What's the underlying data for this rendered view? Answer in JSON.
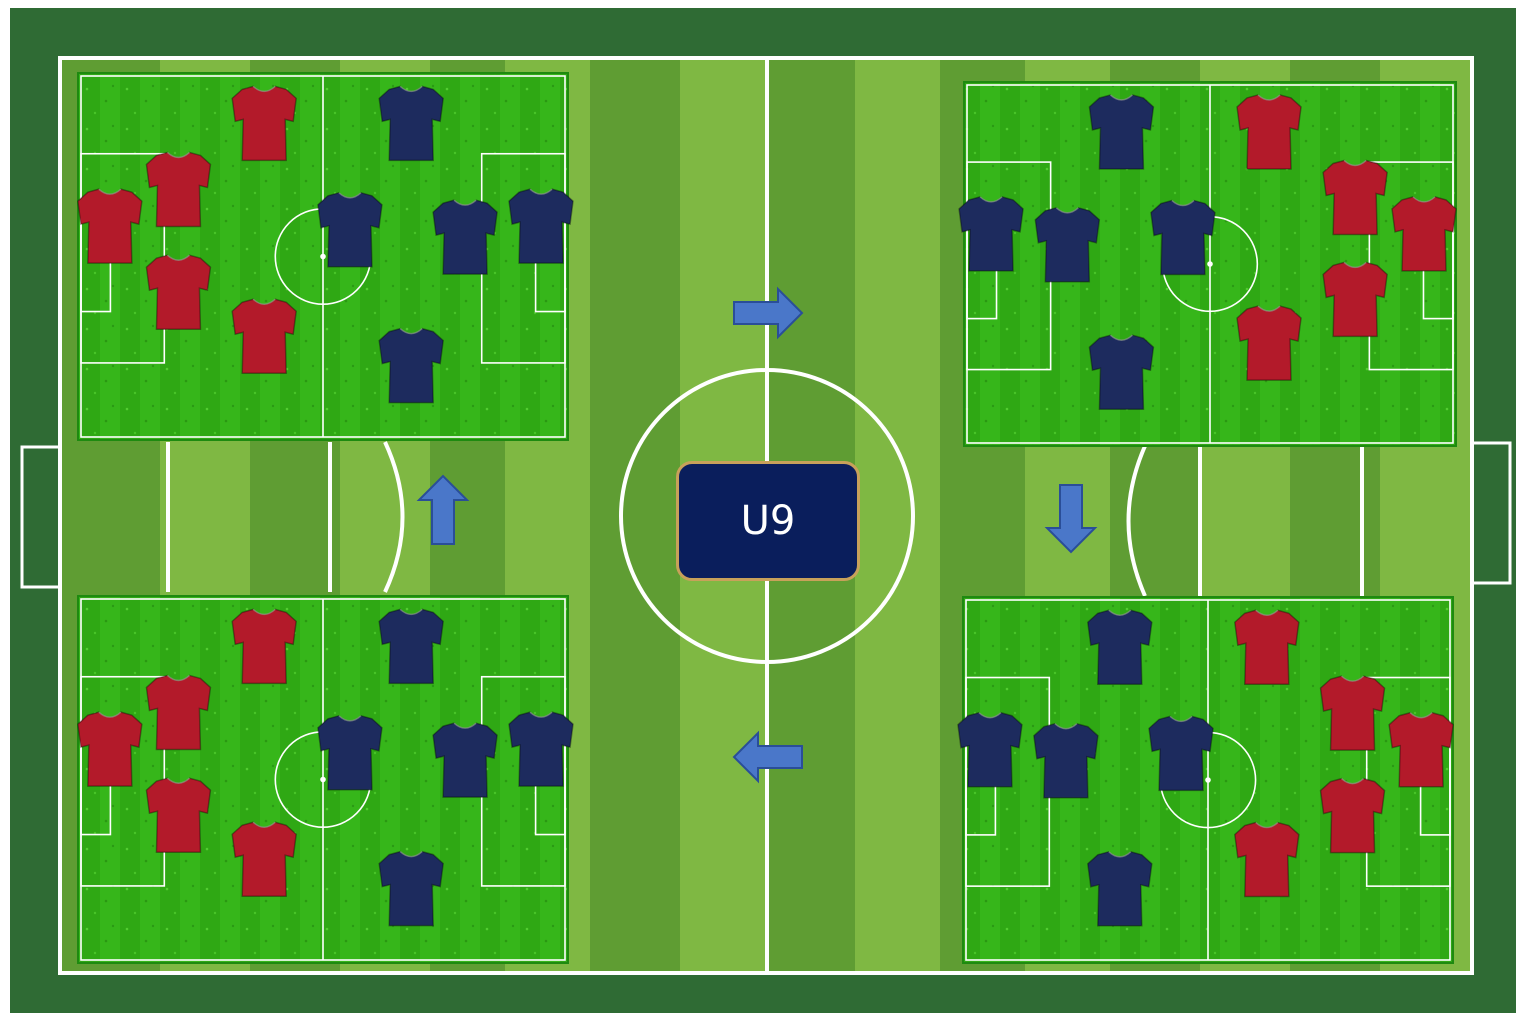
{
  "center_label": "U9",
  "colors": {
    "pitch_outer": "#2f6b34",
    "pitch_stripe_light": "#7fb843",
    "pitch_stripe_dark": "#5f9d33",
    "mini_pitch": "#36b61a",
    "team_red": "#b31a2a",
    "team_blue": "#1d2b5e",
    "arrow": "#4a77c9",
    "label_bg": "#0a1e5c",
    "label_border": "#c8a15a"
  },
  "rotation_arrows": [
    {
      "name": "arrow-right",
      "direction": "right"
    },
    {
      "name": "arrow-down",
      "direction": "down"
    },
    {
      "name": "arrow-left",
      "direction": "left"
    },
    {
      "name": "arrow-up",
      "direction": "up"
    }
  ],
  "mini_pitches": [
    {
      "name": "mini-pitch-top-left",
      "red_side": "left",
      "red_players": 5,
      "blue_players": 5
    },
    {
      "name": "mini-pitch-top-right",
      "red_side": "right",
      "red_players": 5,
      "blue_players": 5
    },
    {
      "name": "mini-pitch-bottom-left",
      "red_side": "left",
      "red_players": 5,
      "blue_players": 5
    },
    {
      "name": "mini-pitch-bottom-right",
      "red_side": "right",
      "red_players": 5,
      "blue_players": 5
    }
  ]
}
